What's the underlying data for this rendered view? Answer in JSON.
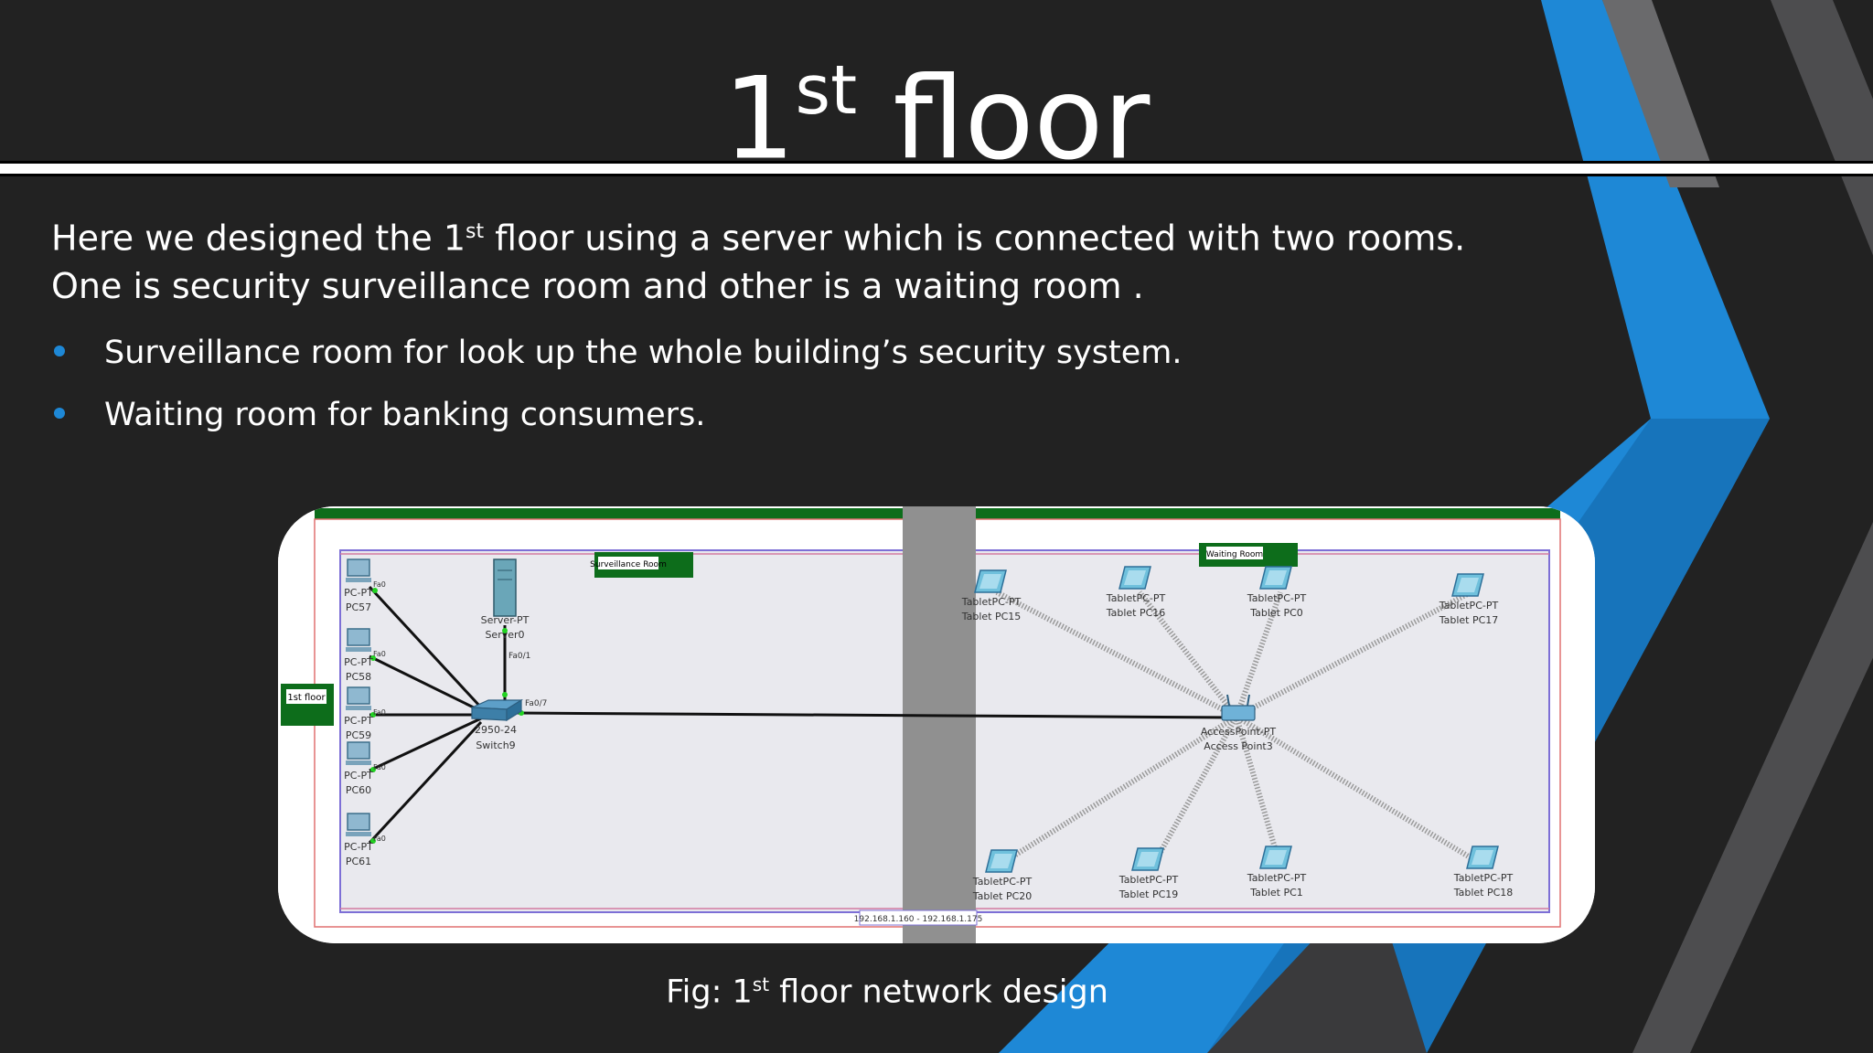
{
  "slide": {
    "title_main": "1",
    "title_sup": "st",
    "title_rest": " floor",
    "intro_part1": "Here we designed the 1",
    "intro_sup": "st",
    "intro_part2": " floor using a server which is connected with two rooms. One is security surveillance room and other is a waiting room .",
    "bullets": [
      "Surveillance room for look up the whole building’s security system.",
      "Waiting room for banking consumers."
    ],
    "caption_part1": "Fig: 1",
    "caption_sup": "st",
    "caption_part2": " floor network design"
  },
  "colors": {
    "background": "#222222",
    "accent_blue": "#1e88d6",
    "accent_gray": "#4d4d4f"
  },
  "diagram": {
    "floor_tag": "1st floor",
    "room_surveillance": "Surveillance Room",
    "room_waiting": "Waiting Room",
    "ip_range": "192.168.1.160 - 192.168.1.175",
    "pcs": [
      {
        "type": "PC-PT",
        "name": "PC57",
        "port": "Fa0"
      },
      {
        "type": "PC-PT",
        "name": "PC58",
        "port": "Fa0"
      },
      {
        "type": "PC-PT",
        "name": "PC59",
        "port": "Fa0"
      },
      {
        "type": "PC-PT",
        "name": "PC60",
        "port": "Fa0"
      },
      {
        "type": "PC-PT",
        "name": "PC61",
        "port": "Fa0"
      }
    ],
    "server": {
      "type": "Server-PT",
      "name": "Server0",
      "port": "Fa0"
    },
    "switch": {
      "type": "2950-24",
      "name": "Switch9",
      "port_up": "Fa0/1",
      "port_right": "Fa0/7"
    },
    "access_point": {
      "type": "AccessPoint-PT",
      "name": "Access Point3"
    },
    "tablets": [
      {
        "type": "TabletPC-PT",
        "name": "Tablet PC15"
      },
      {
        "type": "TabletPC-PT",
        "name": "Tablet PC16"
      },
      {
        "type": "TabletPC-PT",
        "name": "Tablet PC0"
      },
      {
        "type": "TabletPC-PT",
        "name": "Tablet PC17"
      },
      {
        "type": "TabletPC-PT",
        "name": "Tablet PC20"
      },
      {
        "type": "TabletPC-PT",
        "name": "Tablet PC19"
      },
      {
        "type": "TabletPC-PT",
        "name": "Tablet PC1"
      },
      {
        "type": "TabletPC-PT",
        "name": "Tablet PC18"
      }
    ]
  }
}
